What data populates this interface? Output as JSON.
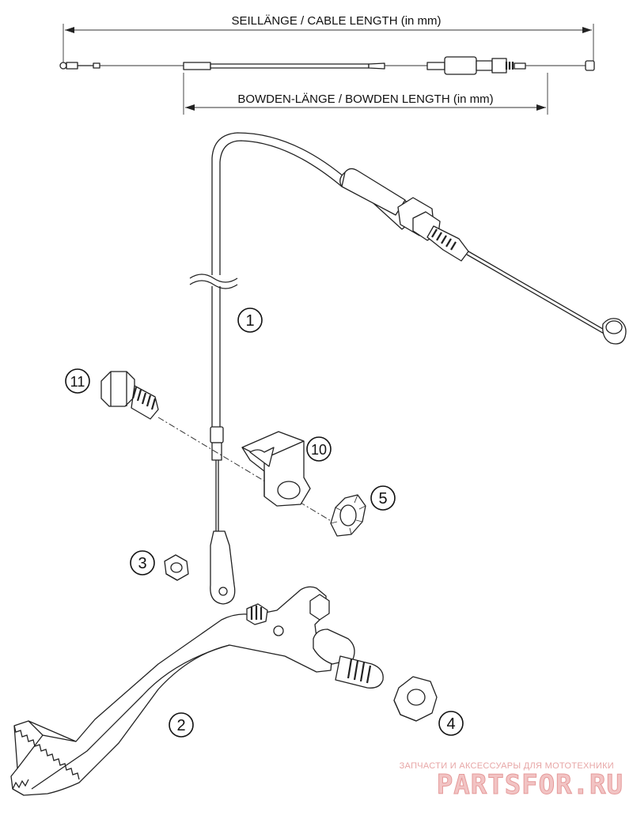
{
  "dimensions": {
    "cable_length_label": "SEILLÄNGE / CABLE LENGTH (in mm)",
    "bowden_length_label": "BOWDEN-LÄNGE / BOWDEN LENGTH (in mm)"
  },
  "callouts": [
    {
      "id": "cable",
      "text": "1"
    },
    {
      "id": "brake-pedal",
      "text": "2"
    },
    {
      "id": "nut-small",
      "text": "3"
    },
    {
      "id": "nut-large",
      "text": "4"
    },
    {
      "id": "washer",
      "text": "5"
    },
    {
      "id": "bracket",
      "text": "10"
    },
    {
      "id": "bolt",
      "text": "11"
    }
  ],
  "watermark": {
    "tagline": "ЗАПЧАСТИ И АКСЕССУАРЫ ДЛЯ МОТОТЕХНИКИ",
    "brand": "PARTSFOR.RU"
  },
  "colors": {
    "line": "#222222",
    "background": "#ffffff",
    "watermark": "#e59a9a"
  }
}
